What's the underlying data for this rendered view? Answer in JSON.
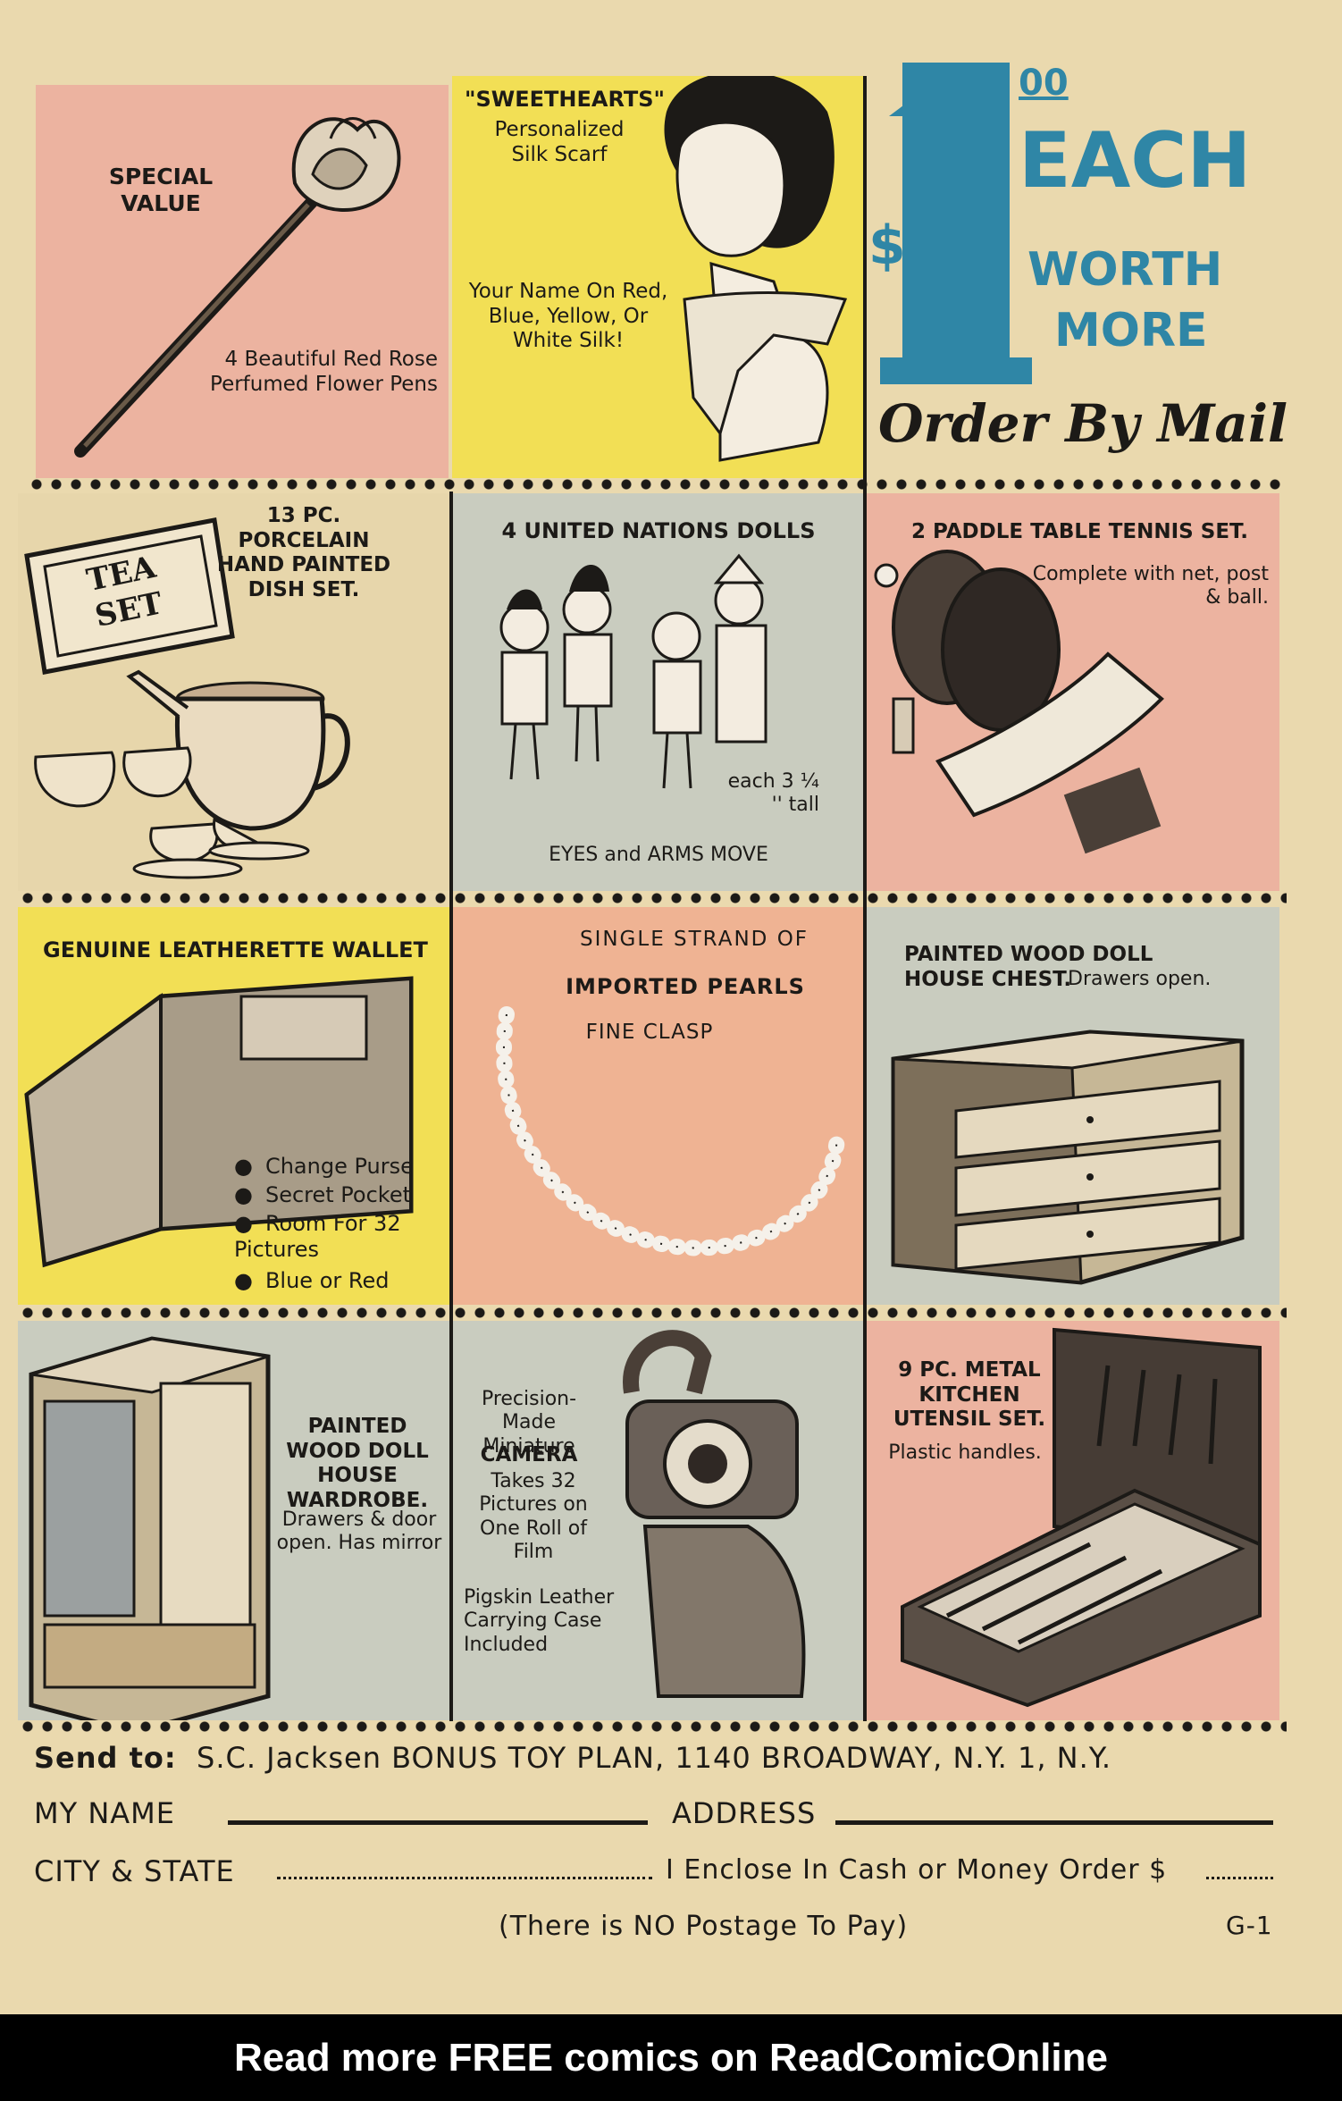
{
  "ad": {
    "price_symbol": "$",
    "price_main": "1",
    "price_cents": "00",
    "each": "EACH",
    "worth": "WORTH",
    "more": "MORE",
    "order_by_mail": "Order By Mail"
  },
  "panels": {
    "pen": {
      "title": "SPECIAL VALUE",
      "desc": "4 Beautiful Red Rose Perfumed Flower Pens"
    },
    "scarf": {
      "title": "\"SWEETHEARTS\"",
      "subtitle": "Personalized Silk Scarf",
      "desc": "Your Name On Red, Blue, Yellow, Or White Silk!"
    },
    "tea": {
      "title": "13 PC. PORCELAIN HAND PAINTED DISH SET.",
      "box_label": "TEA SET"
    },
    "dolls": {
      "title": "4 UNITED NATIONS DOLLS",
      "size": "each 3 ¼ '' tall",
      "note": "EYES and ARMS MOVE"
    },
    "tennis": {
      "title": "2 PADDLE TABLE TENNIS SET.",
      "desc": "Complete with net, post & ball."
    },
    "wallet": {
      "title": "GENUINE LEATHERETTE WALLET",
      "features": [
        "Change Purse",
        "Secret Pocket",
        "Room For 32 Pictures",
        "Blue or Red"
      ]
    },
    "pearls": {
      "line1": "SINGLE STRAND OF",
      "line2": "IMPORTED PEARLS",
      "line3": "FINE CLASP"
    },
    "chest": {
      "title": "PAINTED WOOD DOLL HOUSE CHEST.",
      "desc": "Drawers open."
    },
    "wardrobe": {
      "title": "PAINTED WOOD DOLL HOUSE WARDROBE.",
      "desc": "Drawers & door open. Has mirror"
    },
    "camera": {
      "line1": "Precision-Made Miniature",
      "bold": "CAMERA",
      "line2": "Takes 32 Pictures on One Roll of Film",
      "case": "Pigskin Leather Carrying Case Included"
    },
    "kitchen": {
      "title": "9 PC. METAL KITCHEN UTENSIL SET.",
      "desc": "Plastic handles."
    }
  },
  "form": {
    "send_to": "Send to:",
    "address_line": "S.C. Jacksen BONUS TOY PLAN, 1140 BROADWAY, N.Y. 1, N.Y.",
    "name_label": "MY NAME",
    "address_label": "ADDRESS",
    "city_label": "CITY & STATE",
    "enclose_label": "I Enclose In Cash or Money Order $",
    "postage": "(There is NO Postage To Pay)",
    "code": "G-1"
  },
  "footer": {
    "text": "Read more FREE comics on ReadComicOnline"
  }
}
